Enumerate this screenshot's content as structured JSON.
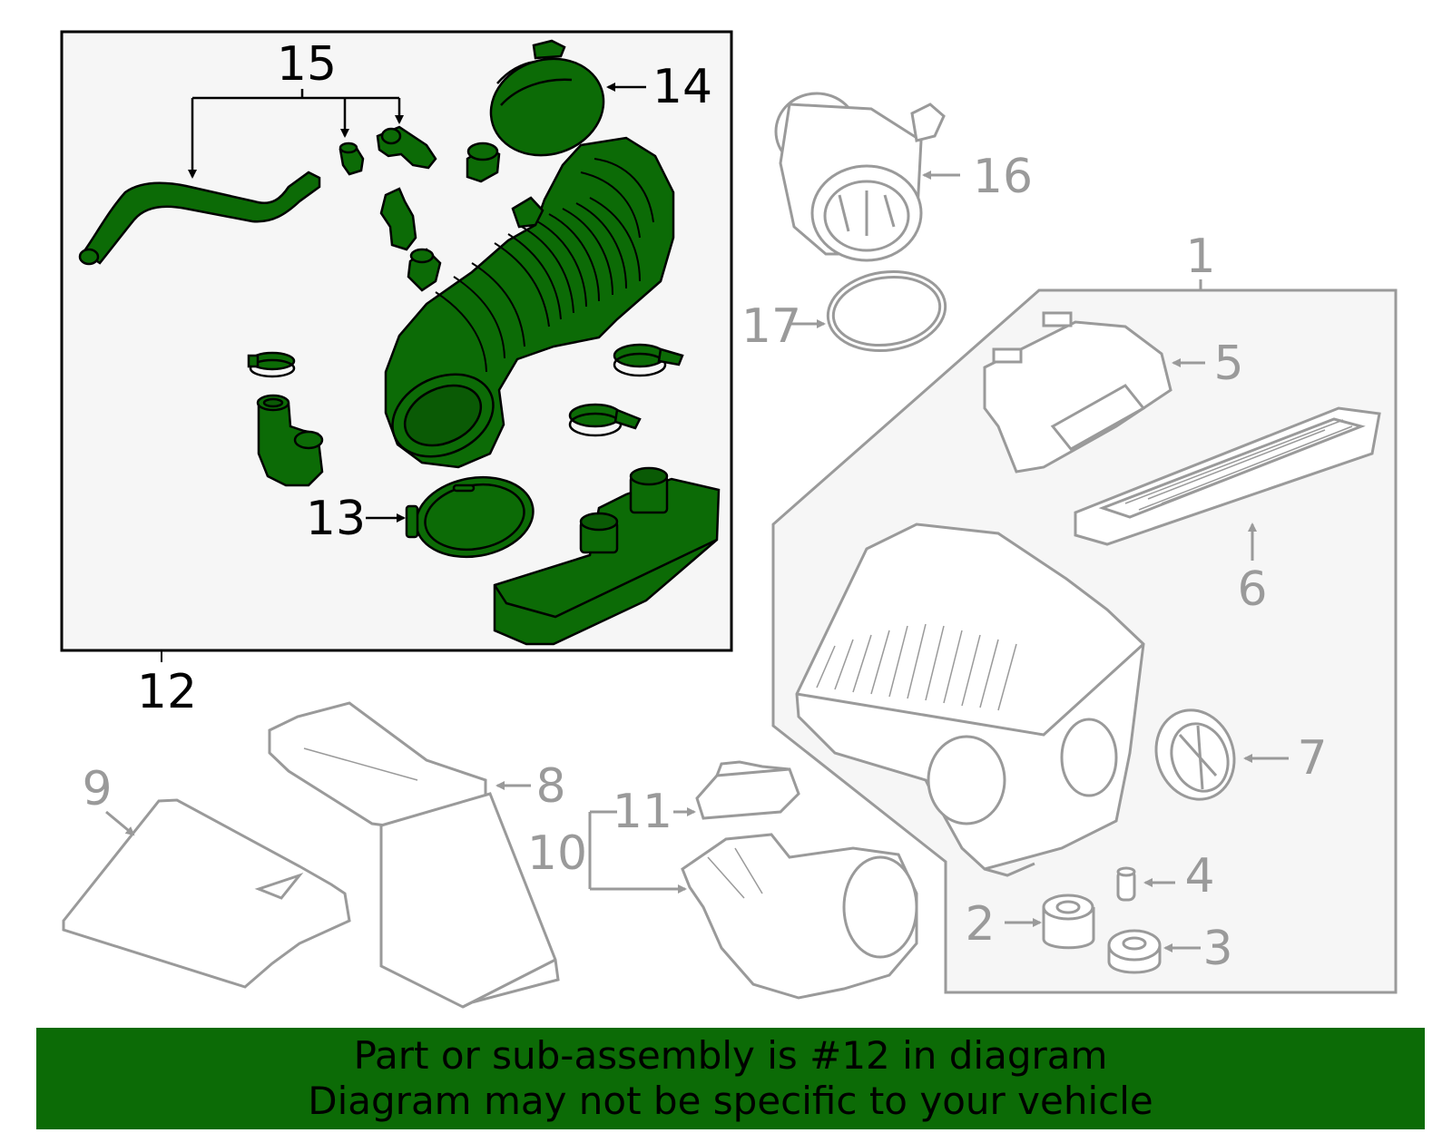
{
  "diagram": {
    "colors": {
      "highlight_fill": "#0c6b06",
      "highlight_stroke": "#000000",
      "other_stroke": "#9a9a9a",
      "panel_fill": "#f6f6f6",
      "banner_fill": "#0c6b06"
    },
    "callouts": {
      "c1": "1",
      "c2": "2",
      "c3": "3",
      "c4": "4",
      "c5": "5",
      "c6": "6",
      "c7": "7",
      "c8": "8",
      "c9": "9",
      "c10": "10",
      "c11": "11",
      "c12": "12",
      "c13": "13",
      "c14": "14",
      "c15": "15",
      "c16": "16",
      "c17": "17"
    }
  },
  "banner": {
    "line1": "Part or sub-assembly is #12 in diagram",
    "line2": "Diagram may not be specific to your vehicle"
  }
}
